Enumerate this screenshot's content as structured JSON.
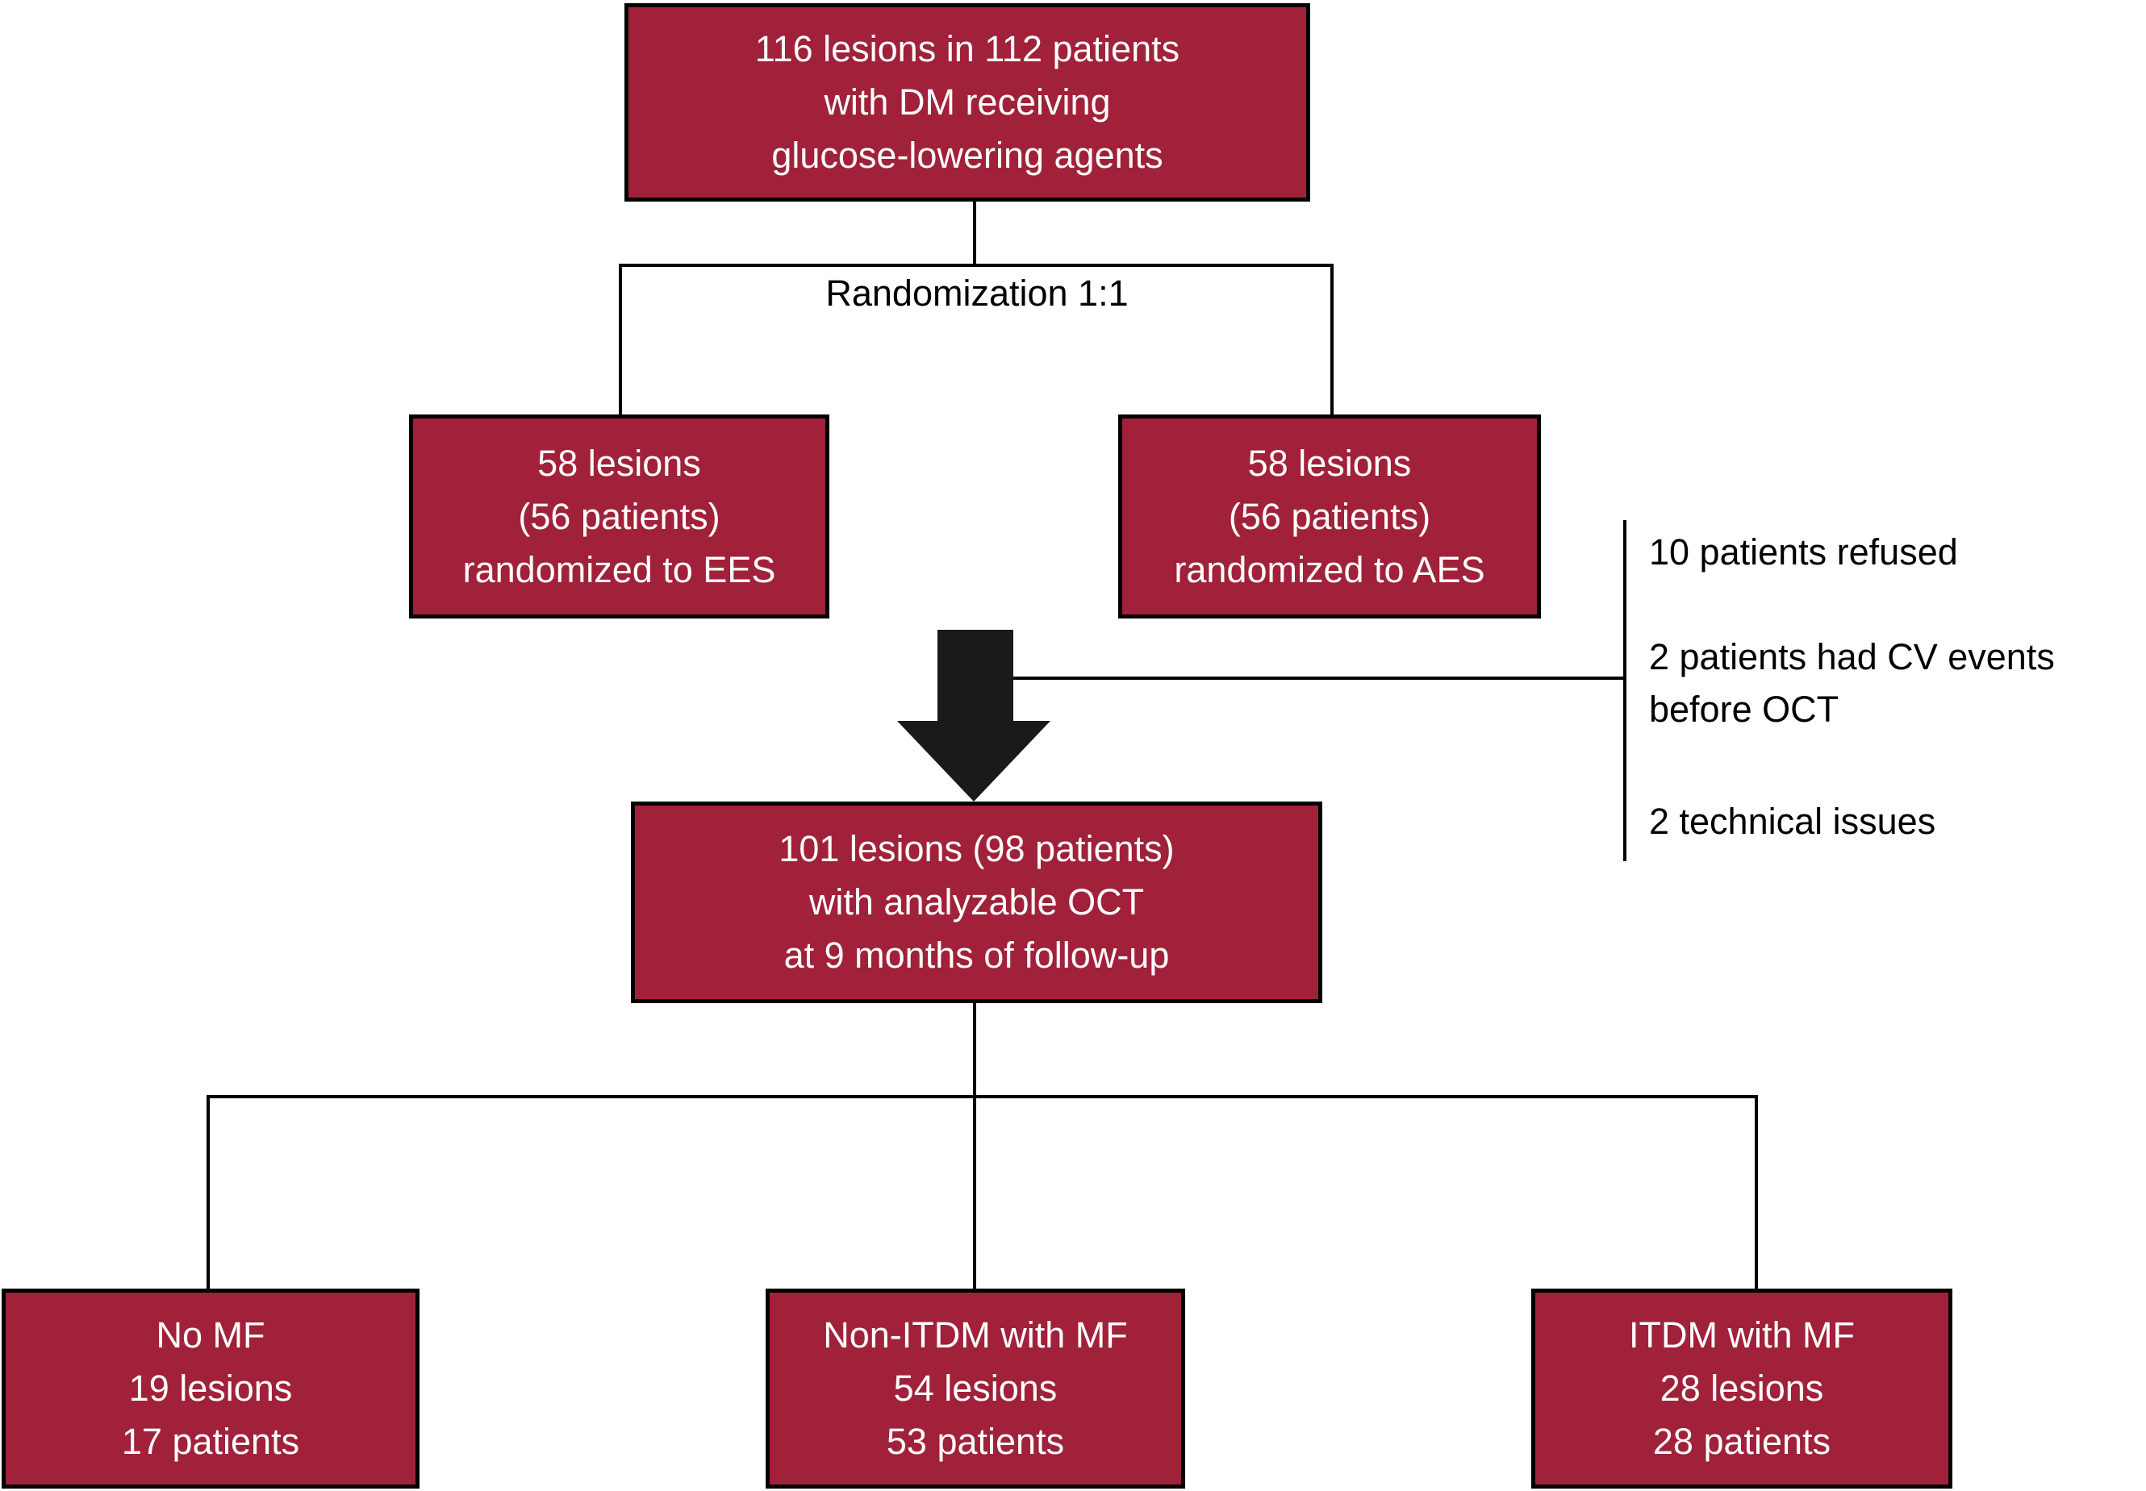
{
  "figure": {
    "kind": "trial-flow-diagram",
    "colors": {
      "background": "#ffffff",
      "box_fill": "#a02139",
      "box_border": "#000000",
      "box_text": "#ffffff",
      "connector_line": "#000000",
      "plain_text": "#000000",
      "arrow": "#1a1a1a"
    },
    "nodes": {
      "enrollment": {
        "lines": [
          "116 lesions in 112 patients",
          "with DM receiving",
          "glucose-lowering agents"
        ]
      },
      "ees": {
        "lines": [
          "58 lesions",
          "(56 patients)",
          "randomized to EES"
        ]
      },
      "aes": {
        "lines": [
          "58 lesions",
          "(56 patients)",
          "randomized to AES"
        ]
      },
      "analyzable": {
        "lines": [
          "101 lesions (98 patients)",
          "with analyzable OCT",
          "at 9 months of follow-up"
        ]
      },
      "no_mf": {
        "lines": [
          "No MF",
          "19 lesions",
          "17 patients"
        ]
      },
      "non_itdm": {
        "lines": [
          "Non-ITDM with MF",
          "54 lesions",
          "53 patients"
        ]
      },
      "itdm": {
        "lines": [
          "ITDM with MF",
          "28 lesions",
          "28 patients"
        ]
      }
    },
    "labels": {
      "randomization": "Randomization 1:1"
    },
    "exclusions": [
      {
        "lines": [
          "10 patients refused"
        ]
      },
      {
        "lines": [
          "2 patients had CV events",
          "before OCT"
        ]
      },
      {
        "lines": [
          "2 technical issues"
        ]
      }
    ]
  }
}
